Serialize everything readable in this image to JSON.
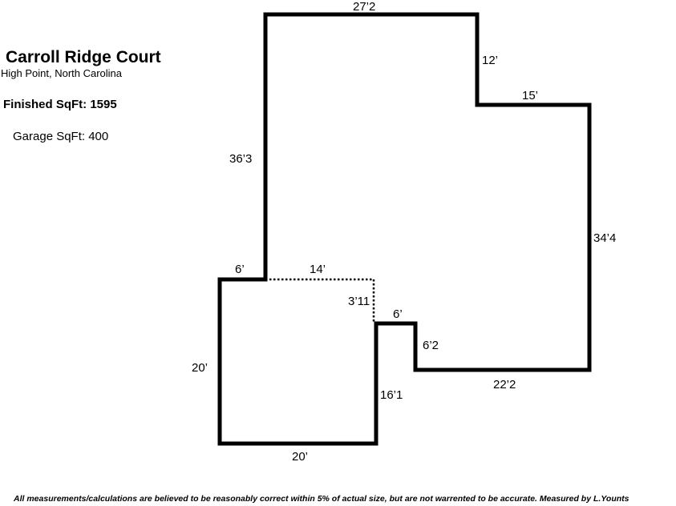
{
  "header": {
    "title": "Carroll Ridge Court",
    "location": "High Point, North Carolina",
    "finished_sqft": "Finished SqFt: 1595",
    "garage_sqft": "Garage SqFt: 400"
  },
  "floorplan": {
    "wall_color": "#000000",
    "dimensions": {
      "top": "27’2",
      "upper_right_step_vertical": "12’",
      "upper_right_step_horizontal": "15’",
      "left_main": "36’3",
      "right": "34’4",
      "garage_top_left": "6’",
      "garage_top_dotted": "14’",
      "garage_right_dotted": "3’11",
      "notch_top": "6’",
      "notch_side": "6’2",
      "bottom_right": "22’2",
      "garage_left": "20’",
      "garage_right": "16’1",
      "garage_bottom": "20’"
    }
  },
  "footer": {
    "disclaimer": "All measurements/calculations are believed to be reasonably correct within 5% of actual size, but are not warrented to be accurate. Measured by L.Younts"
  }
}
